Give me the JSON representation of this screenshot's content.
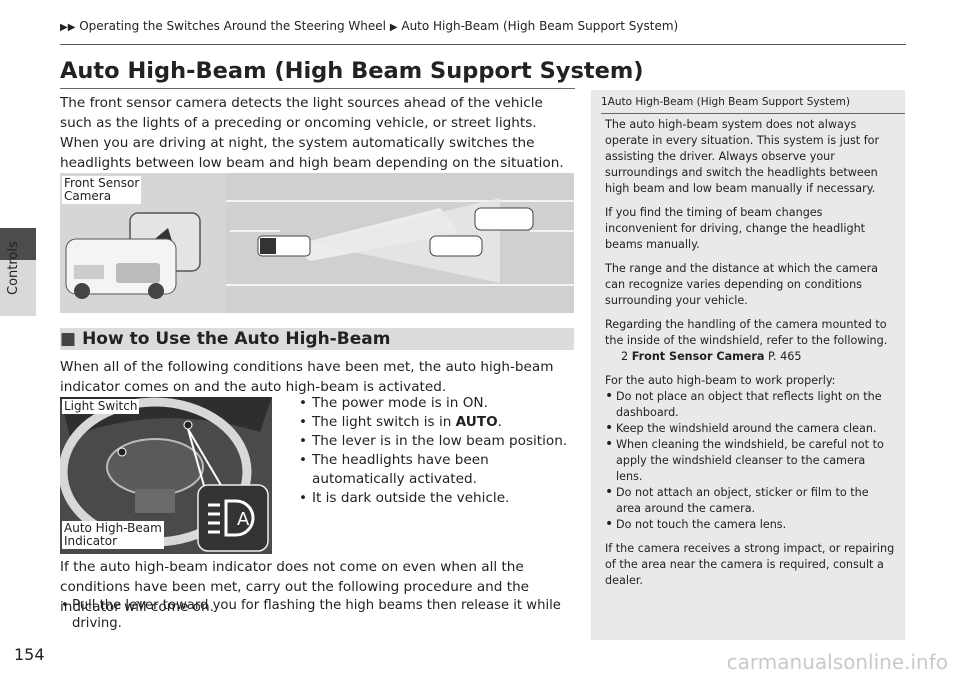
{
  "breadcrumb": {
    "part1": "Operating the Switches Around the Steering Wheel",
    "part2": "Auto High-Beam (High Beam Support System)"
  },
  "side_label": "Controls",
  "title": "Auto High-Beam (High Beam Support System)",
  "intro": "The front sensor camera detects the light sources ahead of the vehicle such as the lights of a preceding or oncoming vehicle, or street lights. When you are driving at night, the system automatically switches the headlights between low beam and high beam depending on the situation.",
  "figure1": {
    "label": "Front Sensor\nCamera"
  },
  "section_heading": "How to Use the Auto High-Beam",
  "conditions_intro": "When all of the following conditions have been met, the auto high-beam indicator comes on and the auto high-beam is activated.",
  "conditions": [
    "The power mode is in ON.",
    "The light switch is in",
    "The lever is in the low beam position.",
    "The headlights have been automatically activated.",
    "It is dark outside the vehicle."
  ],
  "auto_label": "AUTO",
  "figure2": {
    "label_top": "Light Switch",
    "label_bottom": "Auto High-Beam\nIndicator"
  },
  "not_on_text": "If the auto high-beam indicator does not come on even when all the conditions have been met, carry out the following procedure and the indicator will come on.",
  "procedure": "Pull the lever toward you for flashing the high beams then release it while driving.",
  "note": {
    "title": "Auto High-Beam (High Beam Support System)",
    "p1": "The auto high-beam system does not always operate in every situation. This system is just for assisting the driver. Always observe your surroundings and switch the headlights between high beam and low beam manually if necessary.",
    "p2": "If you find the timing of beam changes inconvenient for driving, change the headlight beams manually.",
    "p3": "The range and the distance at which the camera can recognize varies depending on conditions surrounding your vehicle.",
    "p4": "Regarding the handling of the camera mounted to the inside of the windshield, refer to the following.",
    "ref_label": "Front Sensor Camera",
    "ref_page": "P. 465",
    "p5": "For the auto high-beam to work properly:",
    "list": [
      "Do not place an object that reflects light on the dashboard.",
      "Keep the windshield around the camera clean.",
      "When cleaning the windshield, be careful not to apply the windshield cleanser to the camera lens.",
      "Do not attach an object, sticker or film to the area around the camera.",
      "Do not touch the camera lens."
    ],
    "p6": "If the camera receives a strong impact, or repairing of the area near the camera is required, consult a dealer."
  },
  "page_number": "154",
  "watermark": "carmanualsonline.info"
}
